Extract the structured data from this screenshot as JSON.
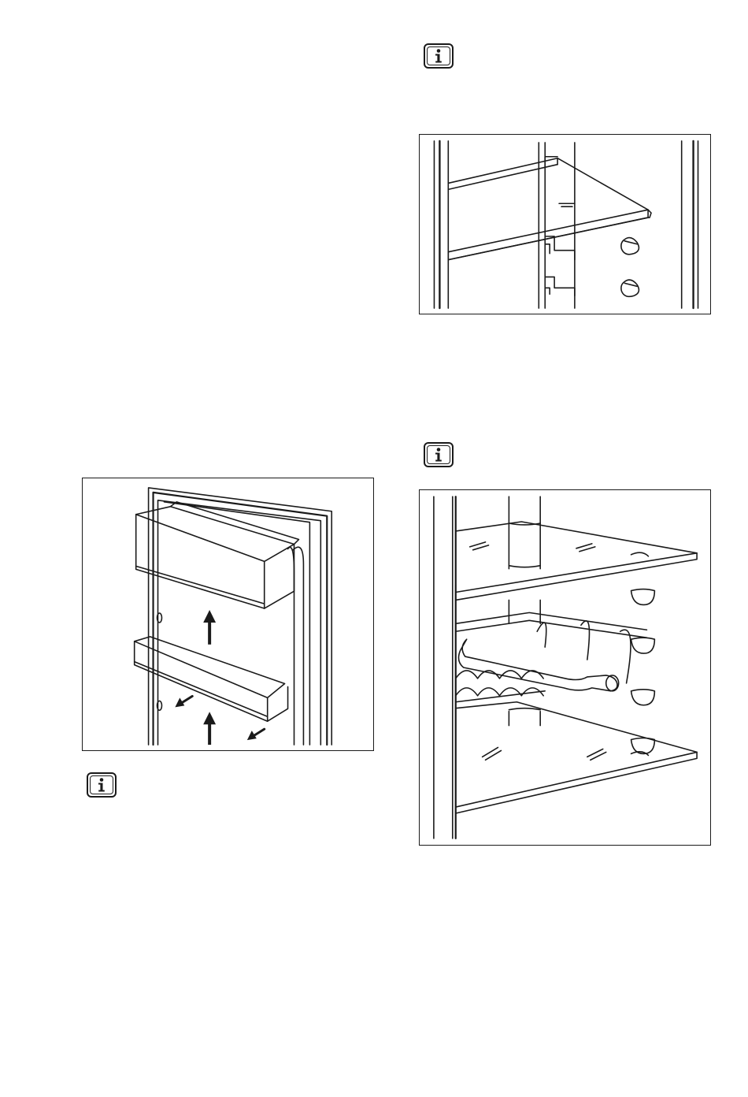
{
  "page": {
    "figures": [
      {
        "name": "door-balcony-figure"
      },
      {
        "name": "glass-shelf-figure"
      },
      {
        "name": "bottle-rack-figure"
      }
    ],
    "notes": [
      {
        "icon": "info-icon"
      },
      {
        "icon": "info-icon"
      },
      {
        "icon": "info-icon"
      }
    ]
  },
  "colors": {
    "ink": "#1a1a1a",
    "paper": "#ffffff"
  }
}
